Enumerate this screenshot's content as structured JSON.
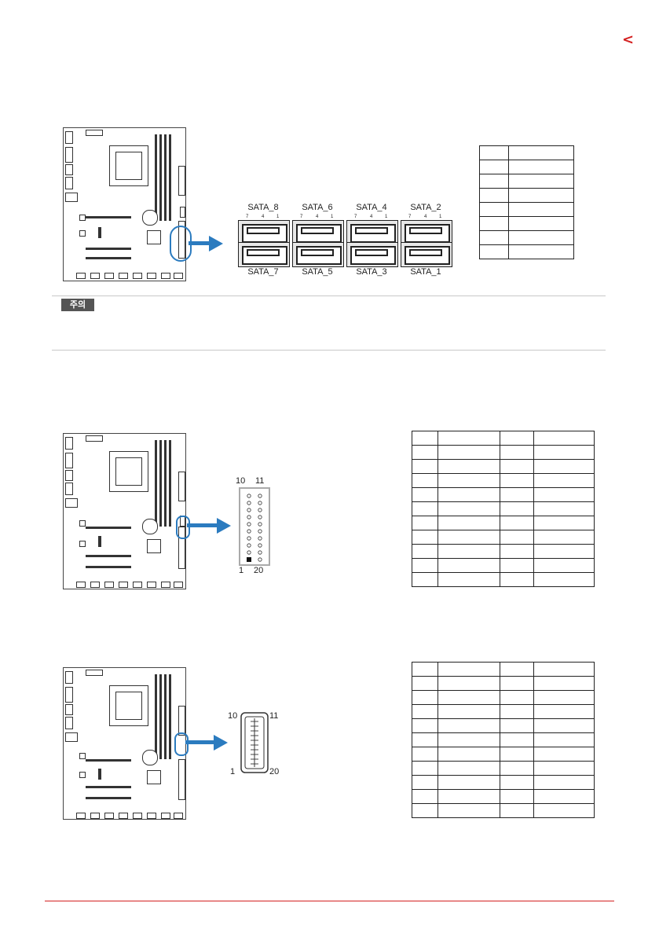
{
  "nav": {
    "back_glyph": "<"
  },
  "colors": {
    "accent_red": "#d42020",
    "callout_blue": "#2b7bbf"
  },
  "sata": {
    "top_labels": [
      "SATA_8",
      "SATA_6",
      "SATA_4",
      "SATA_2"
    ],
    "bottom_labels": [
      "SATA_7",
      "SATA_5",
      "SATA_3",
      "SATA_1"
    ],
    "pin_marks": [
      "7",
      "4",
      "1"
    ],
    "pin_table_rows": 7
  },
  "caution": {
    "label": "주의"
  },
  "header1": {
    "label_top_left": "10",
    "label_top_right": "11",
    "label_bottom_left": "1",
    "label_bottom_right": "20",
    "pin_table_rows": 10
  },
  "header2": {
    "label_top_left": "10",
    "label_top_right": "11",
    "label_bottom_left": "1",
    "label_bottom_right": "20",
    "pin_table_rows": 10
  }
}
